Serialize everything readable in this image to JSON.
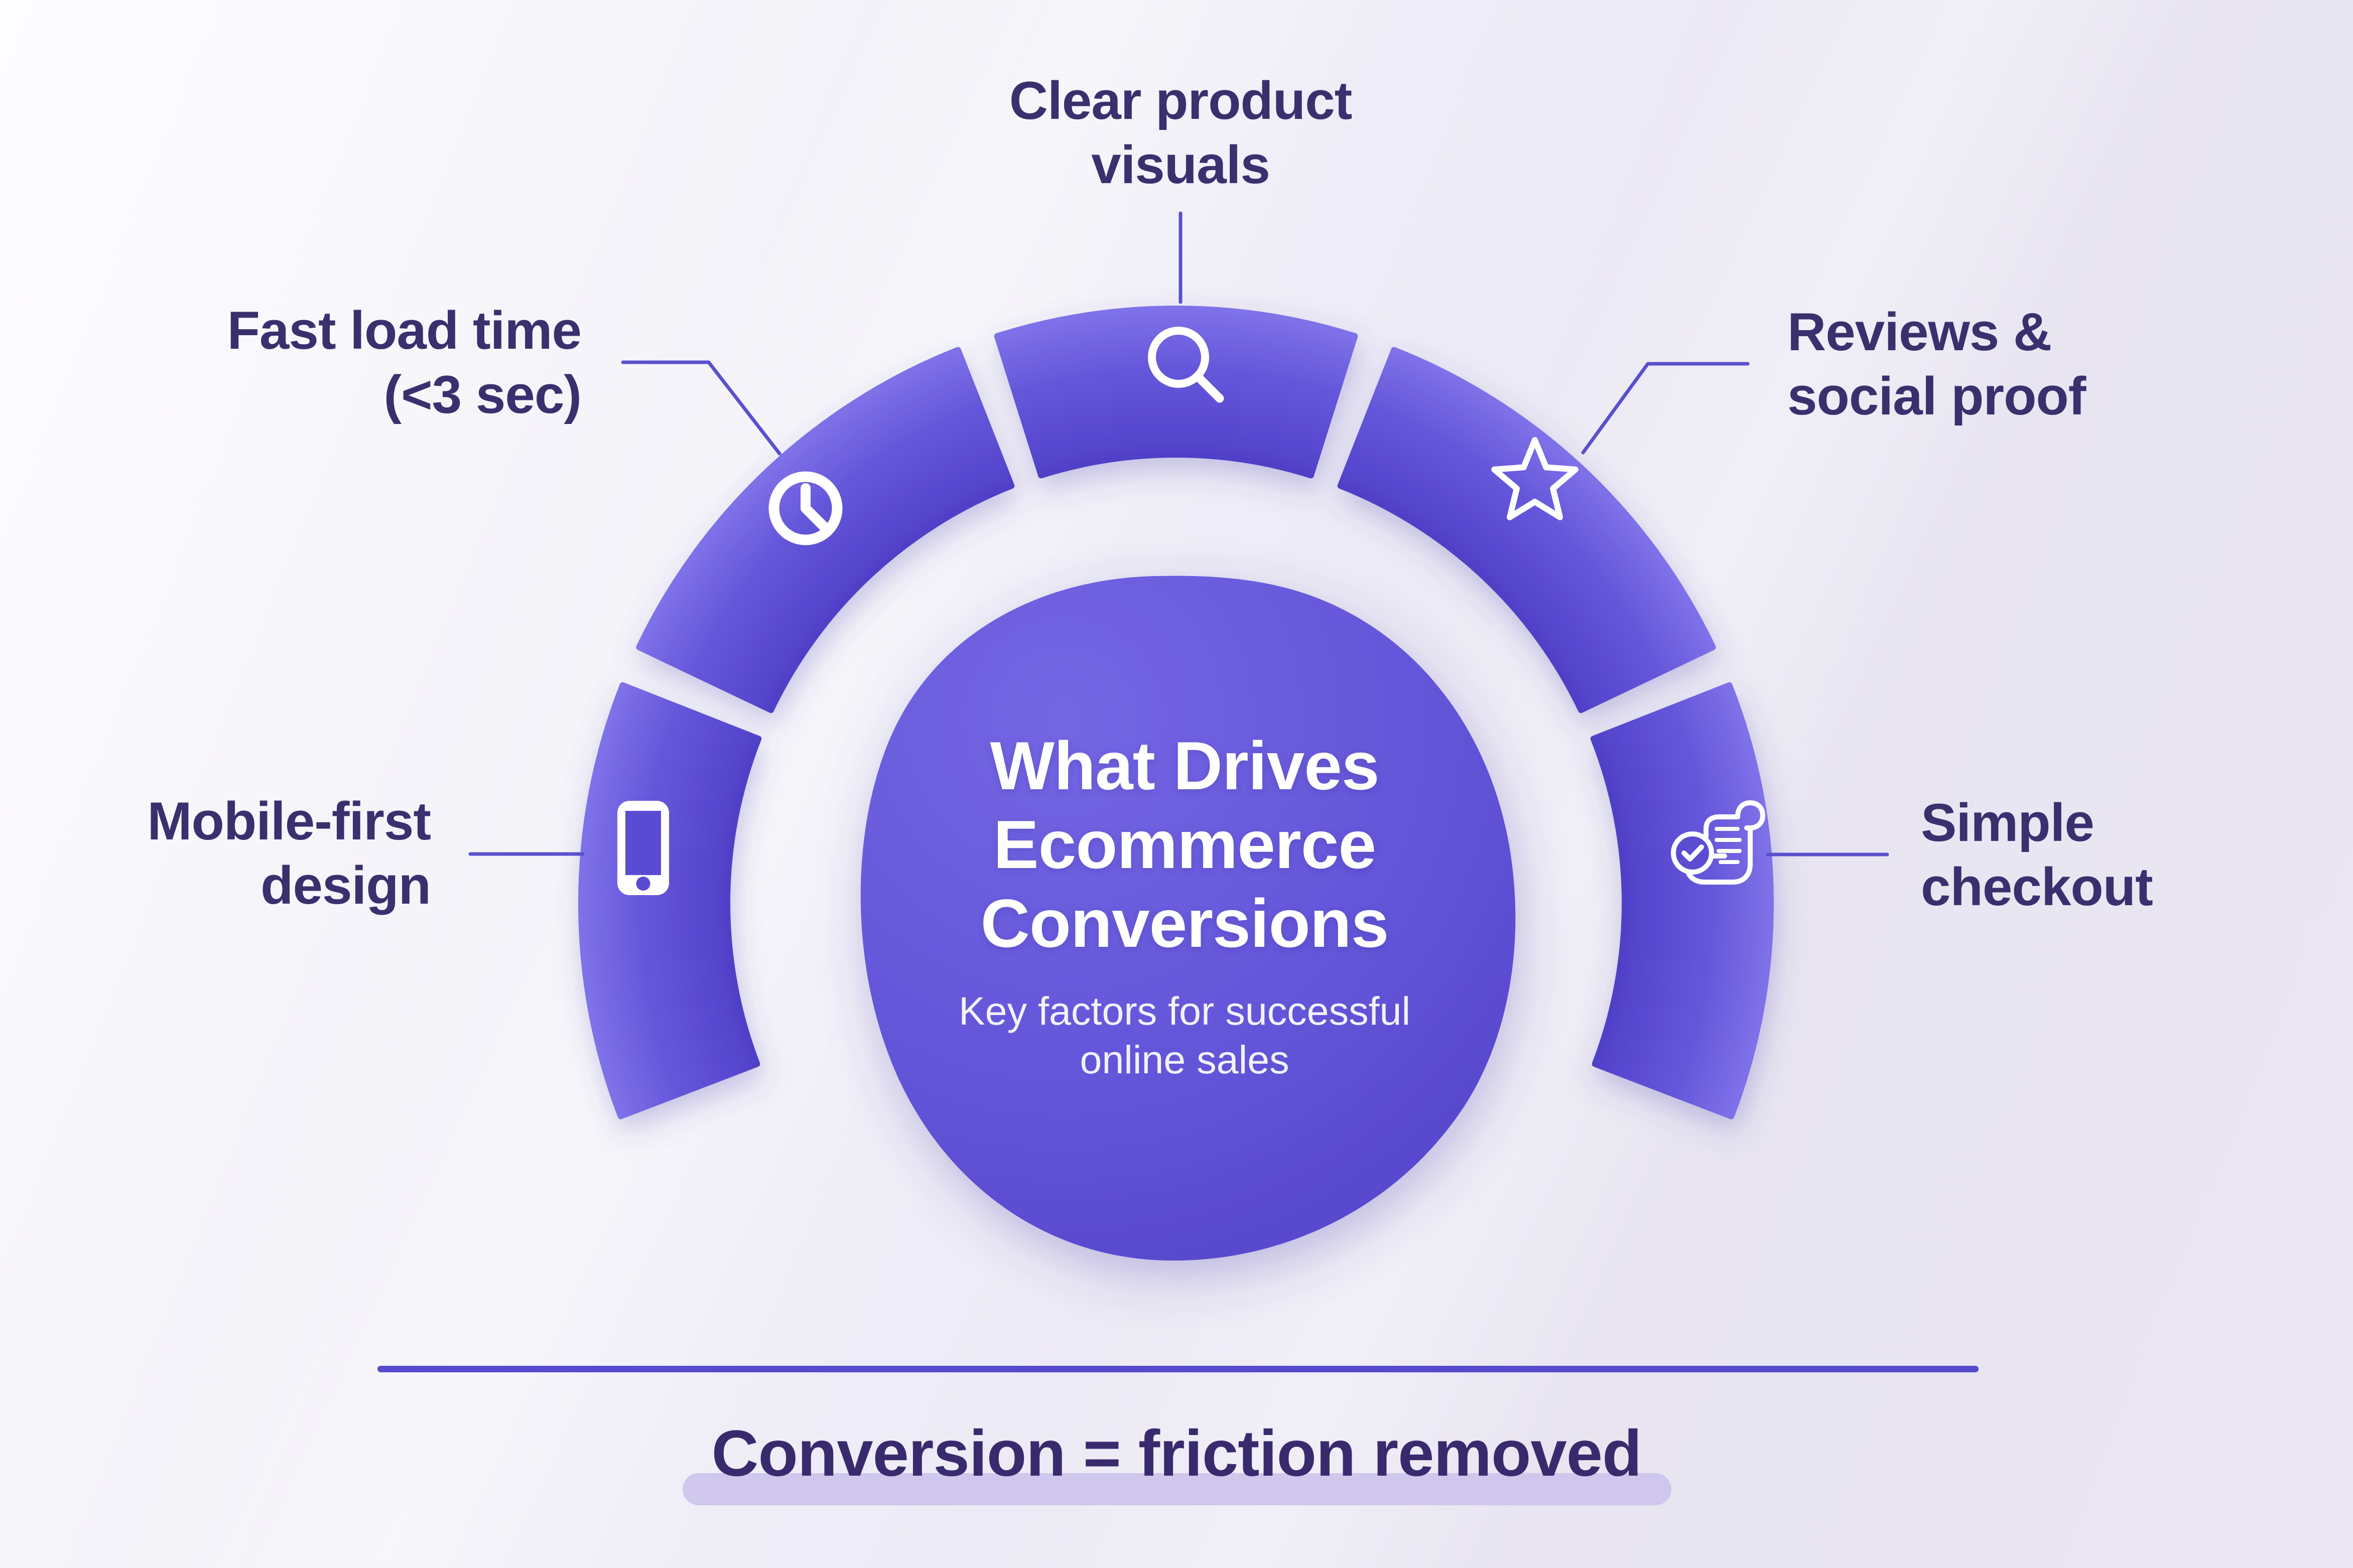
{
  "diagram": {
    "type": "semicircle-factor-infographic",
    "center": {
      "title": "What Drives\nEcommerce\nConversions",
      "subtitle": "Key factors for successful\nonline sales"
    },
    "factors": [
      {
        "id": "mobile-first",
        "label": "Mobile-first\ndesign",
        "icon": "smartphone-icon",
        "position": "left"
      },
      {
        "id": "fast-load",
        "label": "Fast load time\n(<3 sec)",
        "icon": "clock-icon",
        "position": "upper-left"
      },
      {
        "id": "product-visuals",
        "label": "Clear product\nvisuals",
        "icon": "magnifying-glass-icon",
        "position": "top"
      },
      {
        "id": "reviews",
        "label": "Reviews &\nsocial proof",
        "icon": "star-icon",
        "position": "upper-right"
      },
      {
        "id": "simple-checkout",
        "label": "Simple\ncheckout",
        "icon": "receipt-icon",
        "position": "right"
      }
    ],
    "footer": {
      "tagline": "Conversion = friction removed"
    },
    "colors": {
      "background": "#edebf5",
      "ring_purple": "#5d4ed6",
      "ring_outer_edge": "#7f71e8",
      "ring_inner_edge": "#4e3ec5",
      "blob_purple": "#6456d9",
      "label_text": "#39306e",
      "tagline_text": "#392a6e",
      "connector": "#5a50ce",
      "divider": "#564acd",
      "highlight_pill": "#cdc5ec",
      "icon": "#ffffff",
      "center_text": "#ffffff"
    }
  }
}
